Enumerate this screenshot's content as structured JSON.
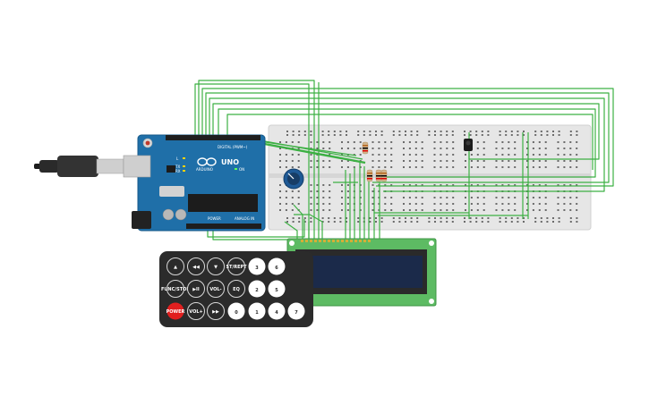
{
  "arduino": {
    "brand": "ARDUINO",
    "model": "UNO",
    "digital_label": "DIGITAL (PWM~)",
    "power_label": "POWER",
    "analog_label": "ANALOG IN",
    "tx_label": "TX",
    "rx_label": "RX",
    "l_label": "L",
    "on_label": "ON"
  },
  "remote": {
    "buttons": [
      {
        "label": "POWER",
        "icon": "power-icon",
        "color": "#e11f1f"
      },
      {
        "label": "VOL+",
        "icon": "vol-up-icon"
      },
      {
        "label": "FUNC/STOP",
        "icon": "func-stop-icon"
      },
      {
        "label": "◀◀",
        "icon": "rewind-icon"
      },
      {
        "label": "▶II",
        "icon": "play-pause-icon"
      },
      {
        "label": "▶▶",
        "icon": "fast-forward-icon"
      },
      {
        "label": "▼",
        "icon": "down-icon"
      },
      {
        "label": "VOL-",
        "icon": "vol-down-icon"
      },
      {
        "label": "▲",
        "icon": "up-icon"
      },
      {
        "label": "0",
        "icon": "digit-icon"
      },
      {
        "label": "EQ",
        "icon": "eq-icon"
      },
      {
        "label": "ST/REPT",
        "icon": "st-rept-icon"
      },
      {
        "label": "1",
        "icon": "digit-icon"
      },
      {
        "label": "2",
        "icon": "digit-icon"
      },
      {
        "label": "3",
        "icon": "digit-icon"
      },
      {
        "label": "4",
        "icon": "digit-icon"
      },
      {
        "label": "5",
        "icon": "digit-icon"
      },
      {
        "label": "6",
        "icon": "digit-icon"
      },
      {
        "label": "7",
        "icon": "digit-icon"
      }
    ]
  },
  "colors": {
    "wire": "#3cb043",
    "arduino_board": "#1f6fa8",
    "breadboard": "#e6e6e6",
    "lcd_pcb": "#5dbb63",
    "lcd_screen": "#1b2a4a",
    "remote_body": "#2b2b2b"
  }
}
